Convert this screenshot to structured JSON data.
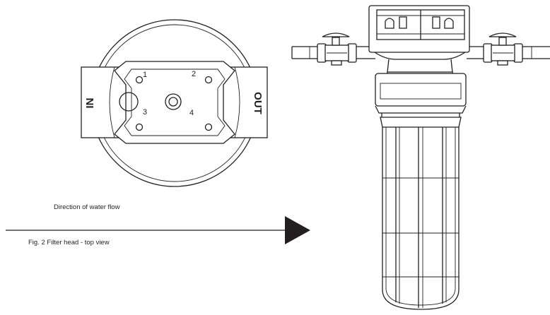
{
  "top_view": {
    "inlet_label": "IN",
    "outlet_label": "OUT",
    "hole_numbers": [
      "1",
      "2",
      "3",
      "4"
    ]
  },
  "flow_label": "Direction of water flow",
  "caption": "Fig. 2 Filter head - top view"
}
